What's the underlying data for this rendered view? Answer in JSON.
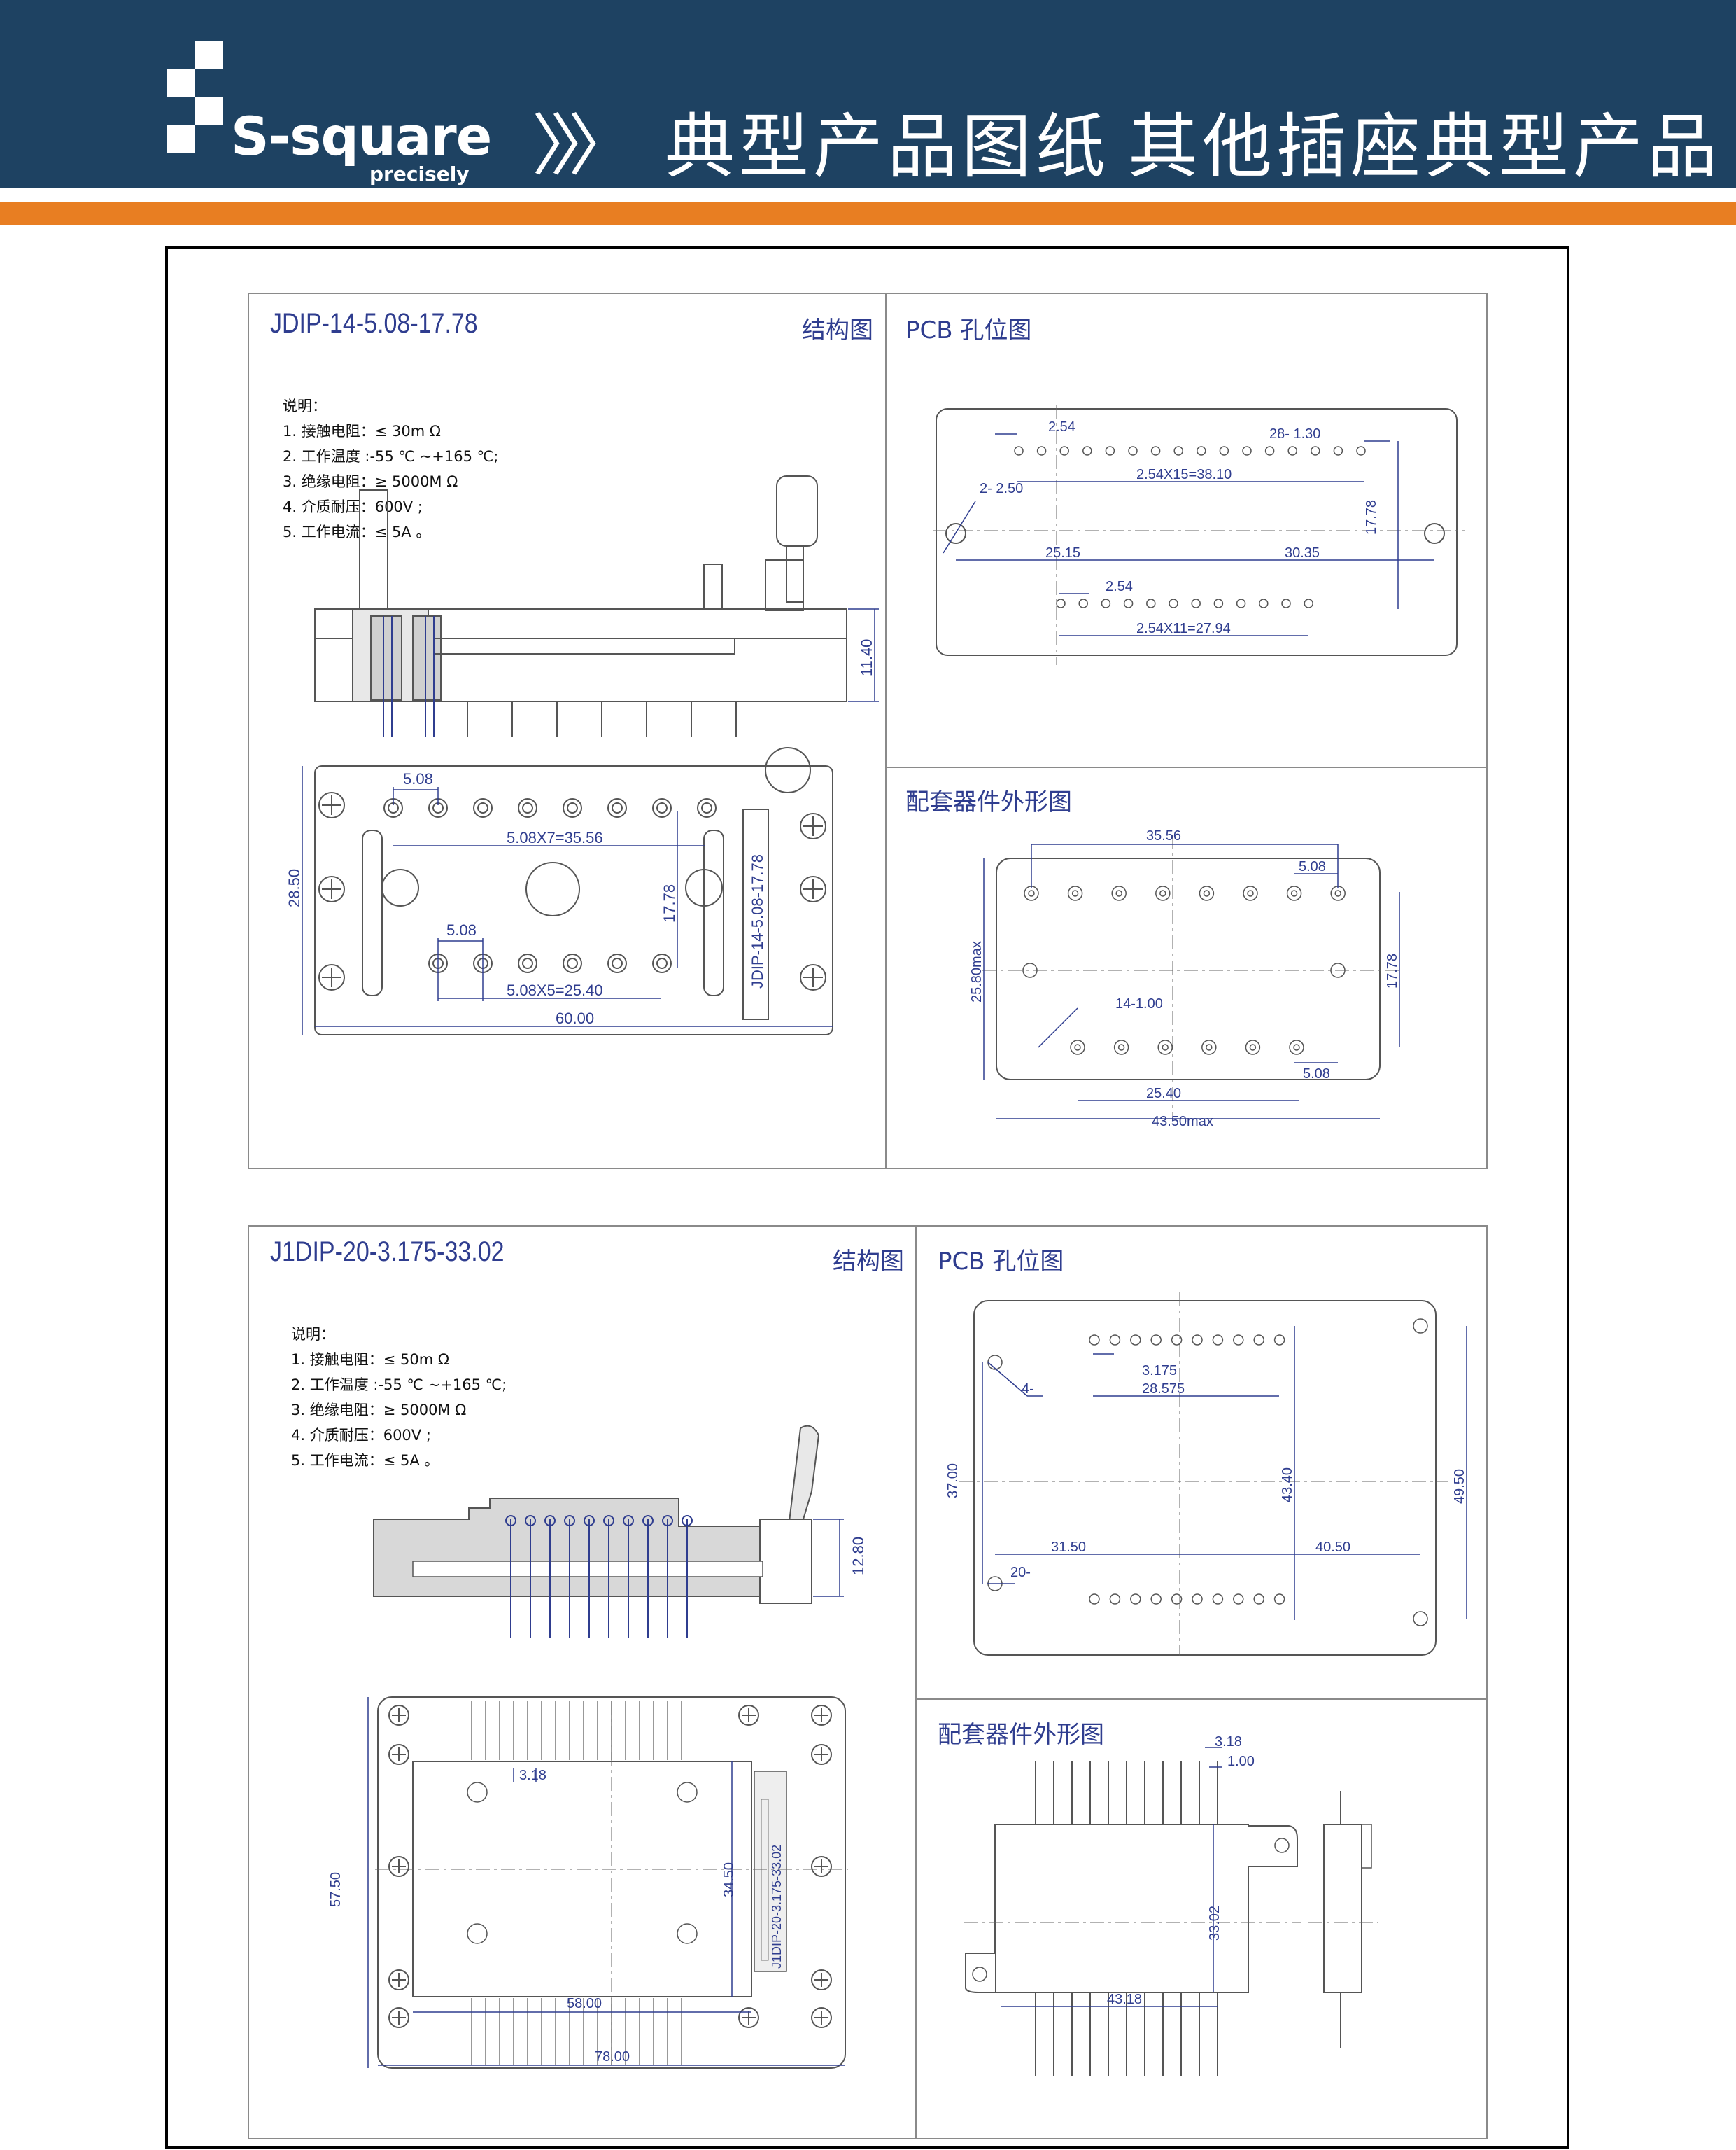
{
  "header": {
    "brand": "S-square",
    "tagline": "precisely",
    "arrows": "〉〉〉",
    "title_main": "典型产品图纸",
    "title_sub": "其他插座典型产品"
  },
  "colors": {
    "header_bg": "#1e4262",
    "accent": "#e87e22",
    "drawing_blue": "#2f3d8f"
  },
  "product1": {
    "model": "JDIP-14-5.08-17.78",
    "structure_label": "结构图",
    "pcb_label": "PCB 孔位图",
    "mating_label": "配套器件外形图",
    "notes": [
      "说明：",
      "1. 接触电阻：≤ 30m Ω",
      "2. 工作温度 :-55 ℃ ~+165 ℃;",
      "3. 绝缘电阻：≥ 5000M Ω",
      "4. 介质耐压：600V ;",
      "5. 工作电流：≤ 5A 。"
    ],
    "dims_side": {
      "height": "11.40"
    },
    "dims_top": {
      "pitch_top": "5.08",
      "span_top": "5.08X7=35.56",
      "pitch_bottom": "5.08",
      "span_bottom": "5.08X5=25.40",
      "row_gap": "17.78",
      "height": "28.50",
      "width": "60.00",
      "label": "JDIP-14-5.08-17.78"
    },
    "dims_pcb": {
      "pitch_top": "2.54",
      "hole": "28- 1.30",
      "mount": "2- 2.50",
      "span_top": "2.54X15=38.10",
      "row_gap": "17.78",
      "left": "25.15",
      "right": "30.35",
      "pitch_bottom": "2.54",
      "span_bottom": "2.54X11=27.94"
    },
    "dims_mating": {
      "span": "35.56",
      "pitch": "5.08",
      "height": "25.80max",
      "row_gap": "17.78",
      "pins": "14-1.00",
      "pitch_b": "5.08",
      "span_b": "25.40",
      "width": "43.50max"
    }
  },
  "product2": {
    "model": "J1DIP-20-3.175-33.02",
    "structure_label": "结构图",
    "pcb_label": "PCB 孔位图",
    "mating_label": "配套器件外形图",
    "notes": [
      "说明：",
      "1. 接触电阻：≤ 50m Ω",
      "2. 工作温度 :-55 ℃ ~+165 ℃;",
      "3. 绝缘电阻：≥ 5000M Ω",
      "4. 介质耐压：600V ;",
      "5. 工作电流：≤ 5A 。"
    ],
    "dims_side": {
      "height": "12.80"
    },
    "dims_top": {
      "pitch": "3.18",
      "height": "57.50",
      "inner_h": "34.50",
      "inner_w": "58.00",
      "width": "78.00",
      "label": "J1DIP-20-3.175-33.02"
    },
    "dims_pcb": {
      "mount": "4-",
      "pitch": "3.175",
      "span": "28.575",
      "left_h": "37.00",
      "row_gap": "43.40",
      "outer_h": "49.50",
      "left": "31.50",
      "right": "40.50",
      "pins": "20-"
    },
    "dims_mating": {
      "pitch": "3.18",
      "pin": "1.00",
      "height": "33.02",
      "width": "43.18"
    }
  }
}
